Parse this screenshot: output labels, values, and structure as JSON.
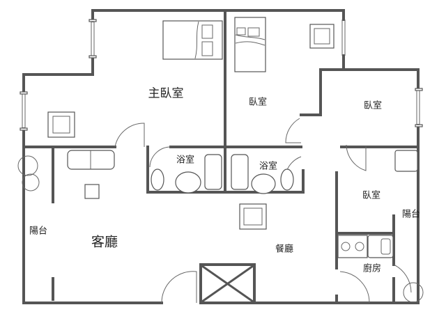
{
  "title": "Floor plan",
  "rooms": {
    "master_bedroom": "主臥室",
    "bedroom_top": "臥室",
    "bedroom_right": "臥室",
    "bedroom_lower_right": "臥室",
    "bathroom_left": "浴室",
    "bathroom_right": "浴室",
    "balcony_left": "陽台",
    "balcony_right": "陽台",
    "living_room": "客廳",
    "dining_room": "餐廳",
    "kitchen": "廚房"
  },
  "colors": {
    "wall": "#555555",
    "background": "#ffffff"
  }
}
